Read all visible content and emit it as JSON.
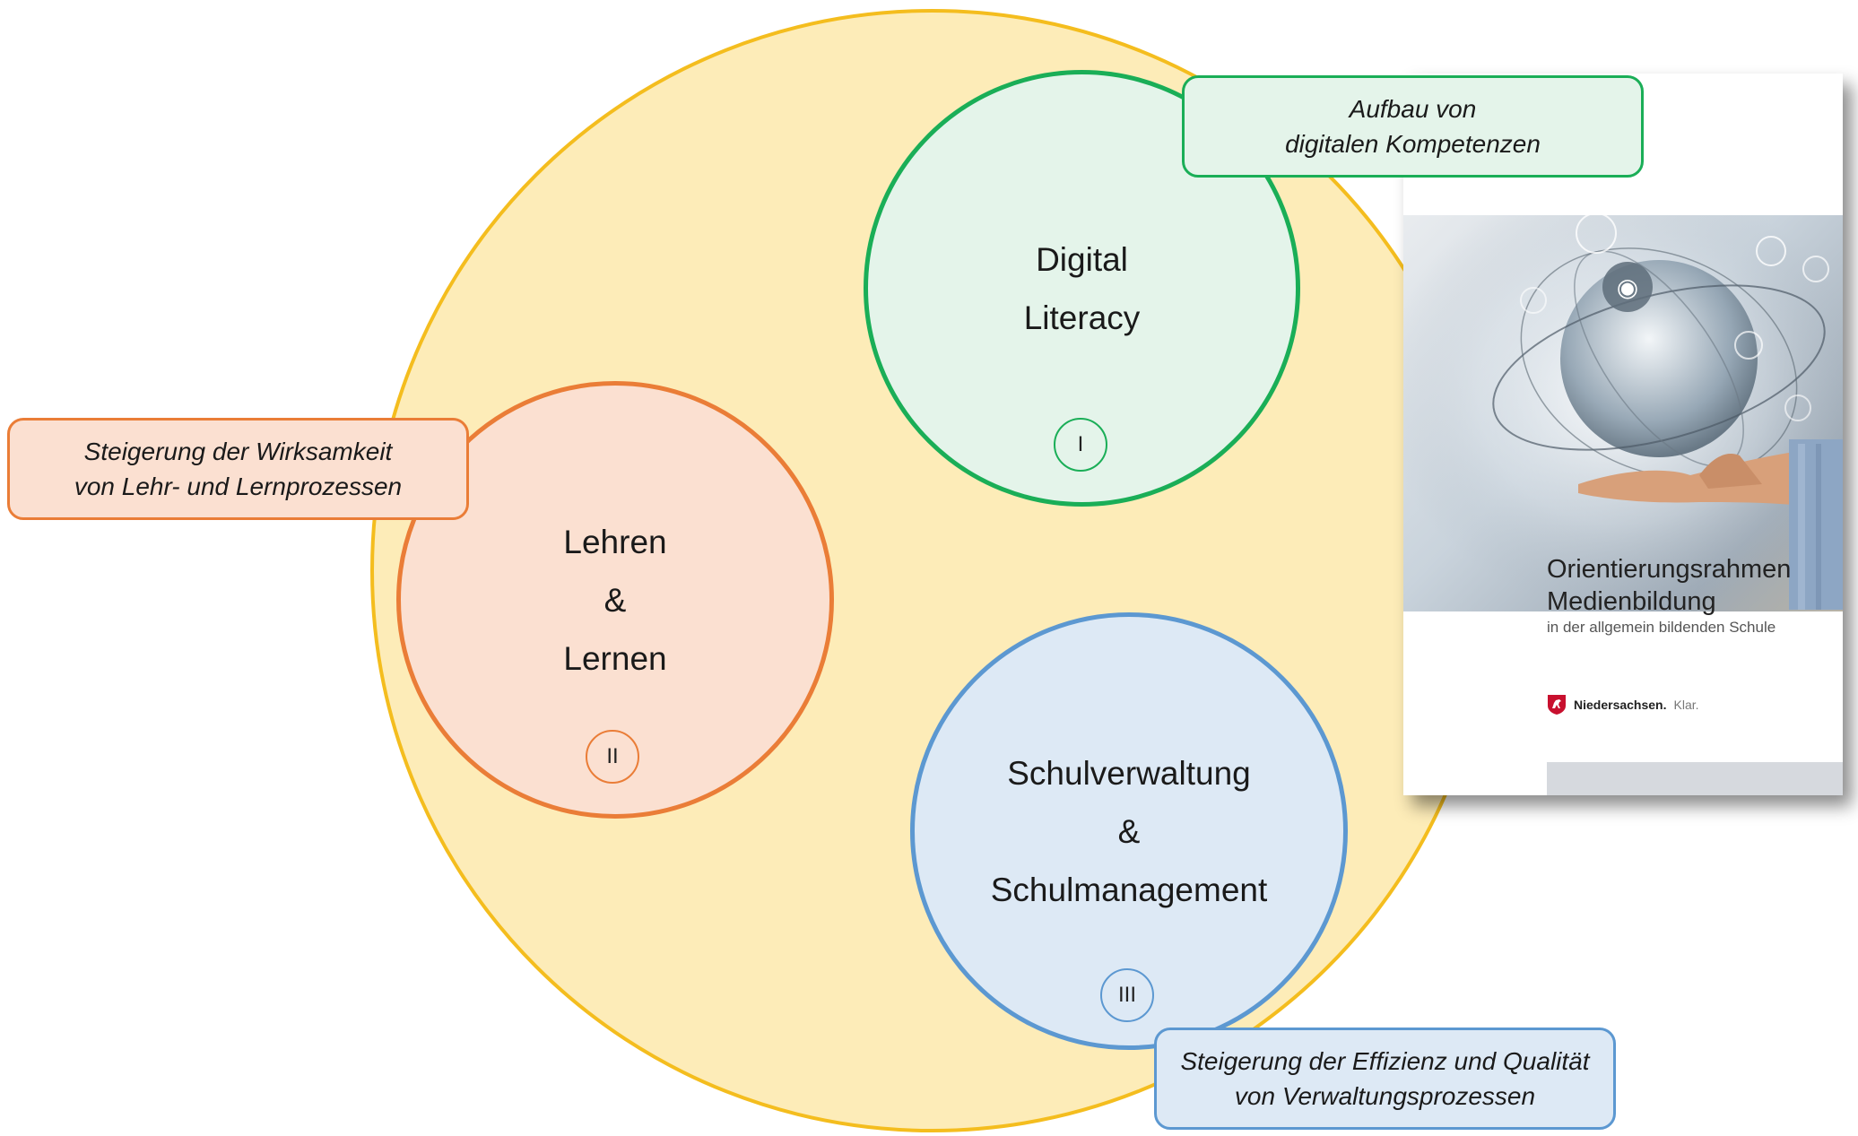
{
  "circles": {
    "digital": {
      "line1": "Digital",
      "line2": "Literacy",
      "numeral": "I"
    },
    "lehren": {
      "line1": "Lehren",
      "line2": "&",
      "line3": "Lernen",
      "numeral": "II"
    },
    "schul": {
      "line1": "Schulverwaltung",
      "line2": "&",
      "line3": "Schulmanagement",
      "numeral": "III"
    }
  },
  "labels": {
    "green": {
      "line1": "Aufbau von",
      "line2": "digitalen Kompetenzen"
    },
    "orange": {
      "line1": "Steigerung der Wirksamkeit",
      "line2": "von Lehr- und Lernprozessen"
    },
    "blue": {
      "line1": "Steigerung der Effizienz und Qualität",
      "line2": "von Verwaltungsprozessen"
    }
  },
  "brochure": {
    "title_line1": "Orientierungsrahmen",
    "title_line2": "Medienbildung",
    "subtitle": "in der allgemein bildenden Schule",
    "logo_bold": "Niedersachsen.",
    "logo_light": "Klar."
  },
  "colors": {
    "outer_fill": "#fdecb8",
    "outer_stroke": "#f4bd1e",
    "green": "#1aae57",
    "orange": "#ea7d37",
    "blue": "#5c98d1"
  }
}
